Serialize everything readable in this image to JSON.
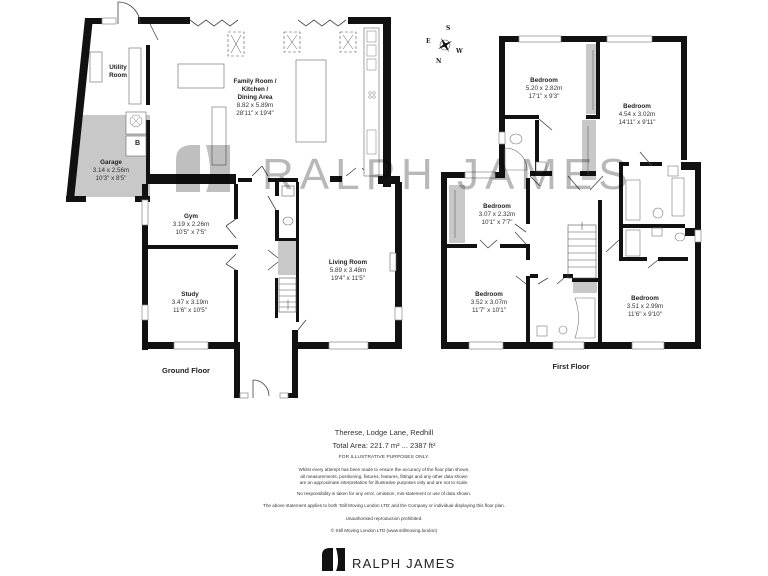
{
  "floor_plan": {
    "ground_floor": {
      "label": "Ground Floor",
      "rooms": [
        {
          "name": "Utility\nRoom",
          "metric": "",
          "imperial": ""
        },
        {
          "name": "Family Room /\nKitchen /\nDining Area",
          "metric": "8.82 x 5.89m",
          "imperial": "28'11\" x 19'4\""
        },
        {
          "name": "Garage",
          "metric": "3.14 x 2.56m",
          "imperial": "10'3\" x 8'5\""
        },
        {
          "name": "Gym",
          "metric": "3.19 x 2.26m",
          "imperial": "10'5\" x 7'5\""
        },
        {
          "name": "Study",
          "metric": "3.47 x 3.19m",
          "imperial": "11'6\" x 10'5\""
        },
        {
          "name": "Living Room",
          "metric": "5.89 x 3.48m",
          "imperial": "19'4\" x 11'5\""
        }
      ],
      "boiler_label": "B"
    },
    "first_floor": {
      "label": "First Floor",
      "rooms": [
        {
          "name": "Bedroom",
          "metric": "5.20 x 2.82m",
          "imperial": "17'1\" x 9'3\""
        },
        {
          "name": "Bedroom",
          "metric": "4.54 x 3.02m",
          "imperial": "14'11\" x 9'11\""
        },
        {
          "name": "Bedroom",
          "metric": "3.07 x 2.32m",
          "imperial": "10'1\" x 7'7\""
        },
        {
          "name": "Bedroom",
          "metric": "3.52 x 3.07m",
          "imperial": "11'7\" x 10'1\""
        },
        {
          "name": "Bedroom",
          "metric": "3.51 x 2.99m",
          "imperial": "11'6\" x 9'10\""
        }
      ]
    },
    "compass": {
      "n": "N",
      "s": "S",
      "e": "E",
      "w": "W"
    },
    "watermark": "RALPH JAMES"
  },
  "footer": {
    "address": "Therese, Lodge Lane, Redhill",
    "total_area": "Total Area: 221.7 m² ... 2387 ft²",
    "illustrative": "FOR ILLUSTRATIVE PURPOSES ONLY.",
    "disclaimer_1": "Whilst every attempt has been made to ensure the accuracy of the floor plan shown,",
    "disclaimer_2": "all measurements, positioning, fixtures, features, fittings and any other data shown",
    "disclaimer_3": "are an approximate interpretation for illustrative purposes only and are not to scale.",
    "no_responsibility": "No responsibility is taken for any error, omission, mis-statement or use of data shown.",
    "statement": "The above statement applies to both 'Still Moving London LTD' and the Company or individual displaying this floor plan.",
    "unauthorised": "Unauthorised reproduction prohibited.",
    "copyright": "© Still Moving London LTD (www.stillmoving.london)",
    "brand": "RALPH JAMES"
  }
}
